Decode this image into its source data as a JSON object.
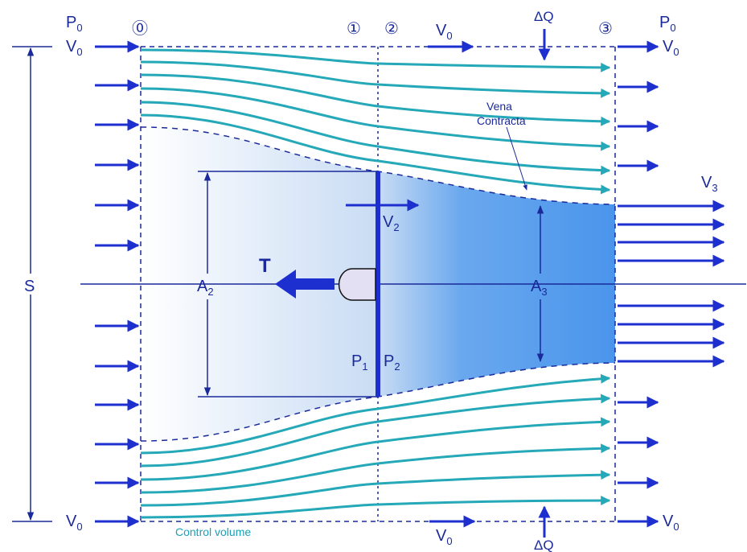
{
  "colors": {
    "arrow": "#1e2fd0",
    "label": "#1a2a9a",
    "streamline": "#25a8b8",
    "dashed": "#1a2a9a",
    "fill_light": "#cfe0f5",
    "fill_dark": "#4a95ec",
    "disk": "#1e2fd0"
  },
  "labels": {
    "p0_left": "P",
    "p0_left_sub": "0",
    "v0_left": "V",
    "v0_left_sub": "0",
    "p0_right": "P",
    "p0_right_sub": "0",
    "v0_right": "V",
    "v0_right_sub": "0",
    "v0_top": "V",
    "v0_top_sub": "0",
    "v0_bottom": "V",
    "v0_bottom_sub": "0",
    "v0_bottom_left": "V",
    "v0_bottom_left_sub": "0",
    "v0_bottom_right": "V",
    "v0_bottom_right_sub": "0",
    "station_0": "⓪",
    "station_1": "①",
    "station_2": "②",
    "station_3": "③",
    "delta_q_top": "ΔQ",
    "delta_q_bottom": "ΔQ",
    "vena_line1": "Vena",
    "vena_line2": "Contracta",
    "v3": "V",
    "v3_sub": "3",
    "v2": "V",
    "v2_sub": "2",
    "a2": "A",
    "a2_sub": "2",
    "a3": "A",
    "a3_sub": "3",
    "s": "S",
    "thrust": "T",
    "p1": "P",
    "p1_sub": "1",
    "p2": "P",
    "p2_sub": "2",
    "control_volume": "Control volume"
  }
}
